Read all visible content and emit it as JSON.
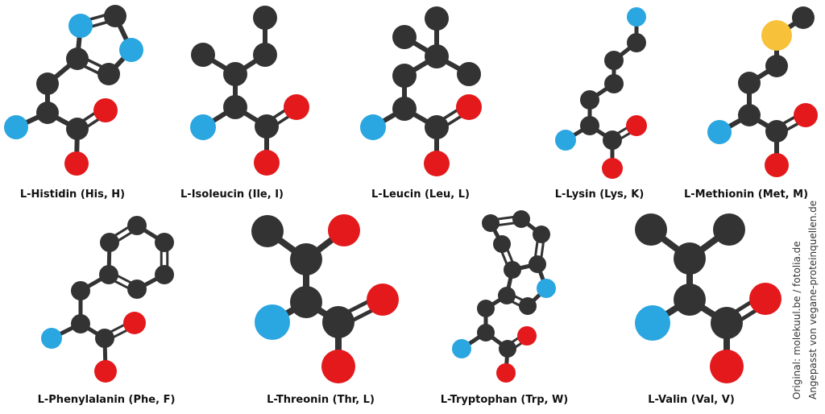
{
  "colors": {
    "carbon": "#333333",
    "nitrogen": "#2aa6e0",
    "oxygen": "#e3191c",
    "sulfur": "#f7c23a",
    "bond": "#333333"
  },
  "molecules": [
    {
      "name": "L-Histidin (His, H)"
    },
    {
      "name": "L-Isoleucin (Ile, I)"
    },
    {
      "name": "L-Leucin (Leu, L)"
    },
    {
      "name": "L-Lysin (Lys, K)"
    },
    {
      "name": "L-Methionin (Met, M)"
    },
    {
      "name": "L-Phenylalanin (Phe, F)"
    },
    {
      "name": "L-Threonin (Thr, L)"
    },
    {
      "name": "L-Tryptophan (Trp, W)"
    },
    {
      "name": "L-Valin (Val, V)"
    }
  ],
  "credits": {
    "line1": "Original: molekuul.be / fotolia.de",
    "line2": "Angepasst von vegane-proteinquellen.de"
  }
}
